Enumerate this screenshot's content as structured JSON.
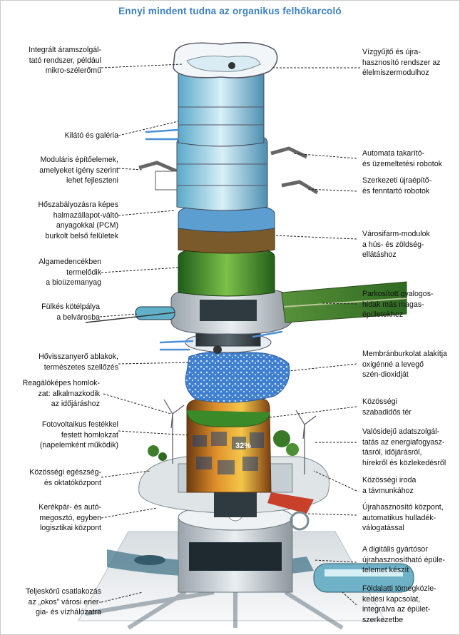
{
  "title": "Ennyi mindent tudna az organikus felhőkarcoló",
  "left_labels": [
    "Integrált áramszolgál-\ntató rendszer, például\nmikro-szélerőmű",
    "Kilátó és galéria",
    "Moduláris építőelemek,\namelyeket igény szerint\nlehet fejleszteni",
    "Hőszabályozásra képes\nhalmazállapot-váltó\nanyagokkal (PCM)\nburkolt belső felületek",
    "Algamedencékben\ntermelődik\na bioüzemanyag",
    "Fülkés kötélpálya\na belvárosba",
    "Hővisszanyerő ablakok,\ntermészetes szellőzés",
    "Reagálóképes homlok-\nzat: alkalmazkodik\naz időjáráshoz",
    "Fotovoltaikus festékkel\nfestett homlokzat\n(napelemként működik)",
    "Közösségi egészség-\nés oktatóközpont",
    "Kerékpár- és autó-\nmegosztó, egyben\nlogisztikai központ",
    "Teljeskörű csatlakozás\naz „okos” városi ener-\ngia- és vízhálózatra"
  ],
  "right_labels": [
    "Vízgyűjtő és újra-\nhasznosító rendszer az\nélelmiszermodulhoz",
    "Automata takarító-\nés üzemeltetési robotok",
    "Szerkezeti újraépítő-\nés fenntartó robotok",
    "Városifarm-modulok\na hús- és zöldség-\nellátáshoz",
    "Parkosított gyalogos-\nhidak más magas-\népületekhez",
    "Membránburkolat alakítja\noxigénné a levegő\nszén-dioxidját",
    "Közösségi\nszabadidős tér",
    "Valósidejű adatszolgál-\ntatás az energiafogyasz-\ntásról, időjárásról,\nhírekről és közlekedésről",
    "Közösségi iroda\na távmunkához",
    "Újrahasznosító központ,\nautomatikus hulladék-\nválogatással",
    "A digitális gyártósor\nújrahasznosítható épüle-\ntelemet készít",
    "Földalatti tömegközle-\nkedési kapcsolat,\nintegrálva az épület-\nszerkezetbe"
  ],
  "colors": {
    "title": "#3a7fc1",
    "leader": "#222222",
    "facade_green": "#3f8a2a",
    "glass": "#9fd3e8",
    "wind_arrow": "#4a90d9",
    "membrane": "#3b7fd0"
  }
}
